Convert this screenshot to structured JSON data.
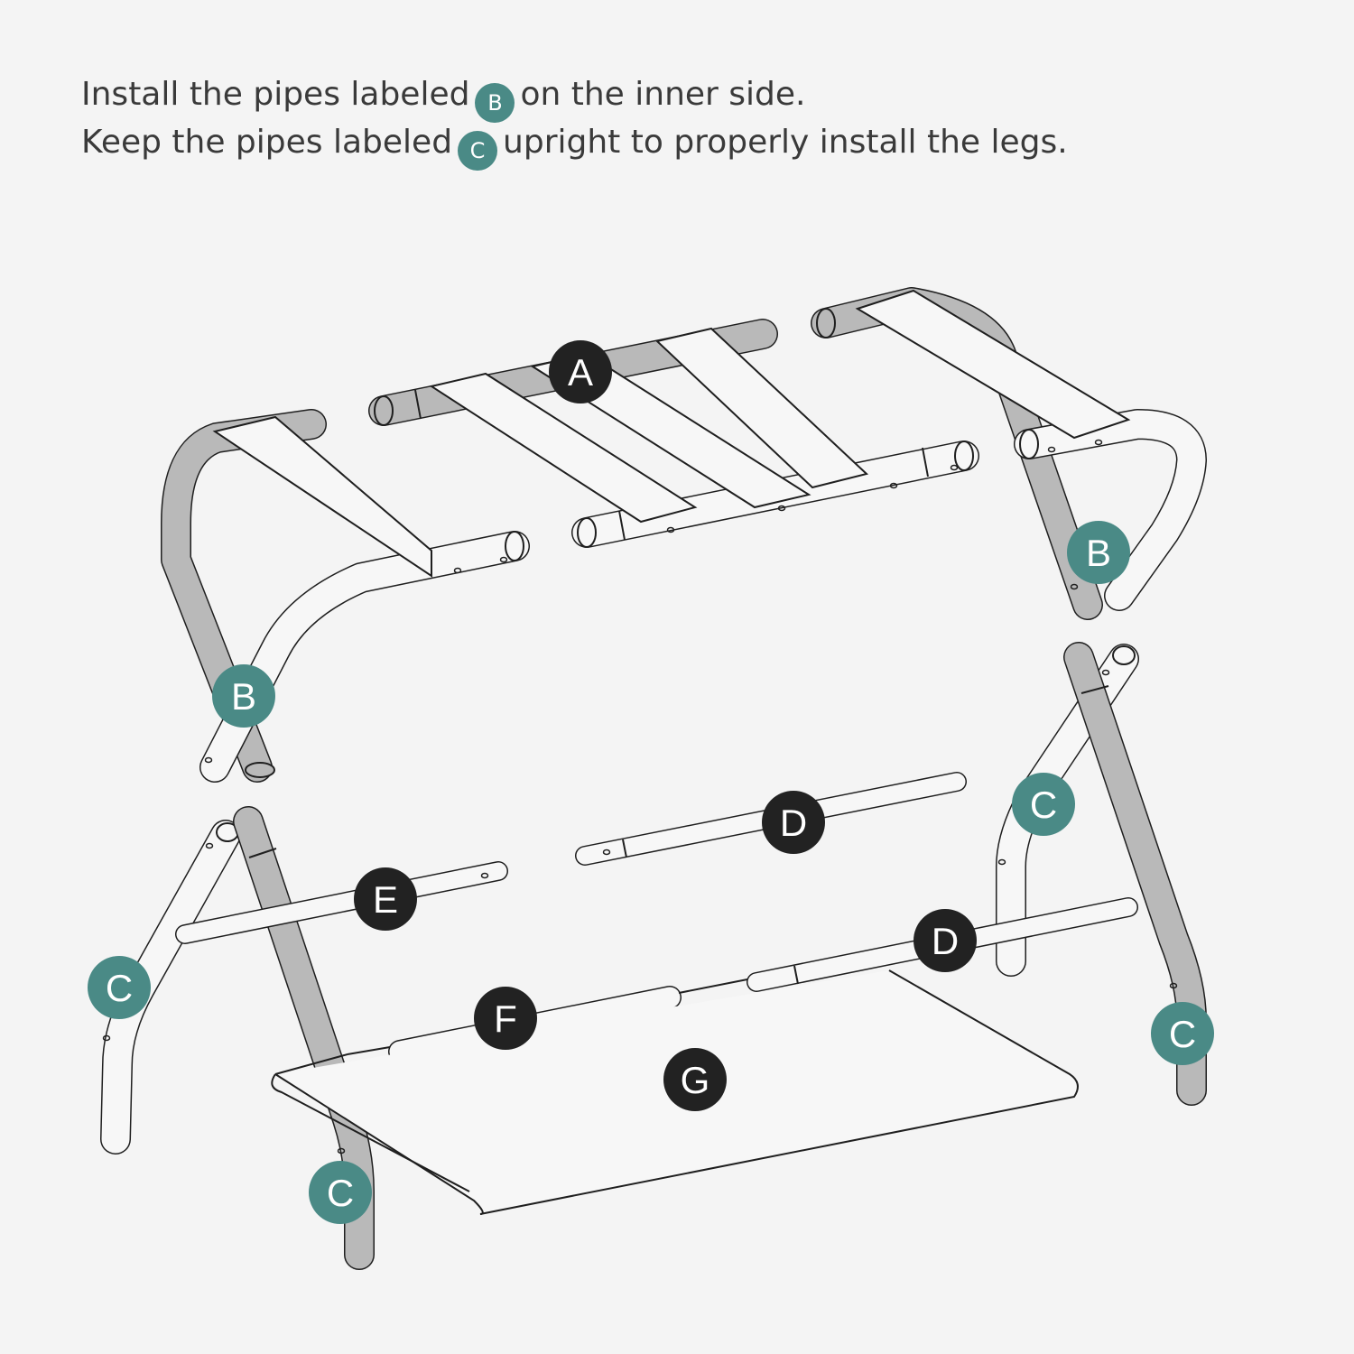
{
  "instructions": {
    "line1": {
      "before": "Install the pipes labeled",
      "badge": "B",
      "after": "on the inner side."
    },
    "line2": {
      "before": "Keep the pipes labeled",
      "badge": "C",
      "after": "upright to properly install the legs."
    }
  },
  "part_labels": {
    "A": "A",
    "B1": "B",
    "B2": "B",
    "C1": "C",
    "C2": "C",
    "C3": "C",
    "C4": "C",
    "D1": "D",
    "D2": "D",
    "E": "E",
    "F": "F",
    "G": "G"
  },
  "colors": {
    "teal": "#4a8a86",
    "dark": "#222222",
    "outline": "#1f1f1f",
    "metal": "#b9b9b9",
    "light": "#f7f7f7",
    "background": "#f4f4f4",
    "text": "#3a3a3a"
  }
}
